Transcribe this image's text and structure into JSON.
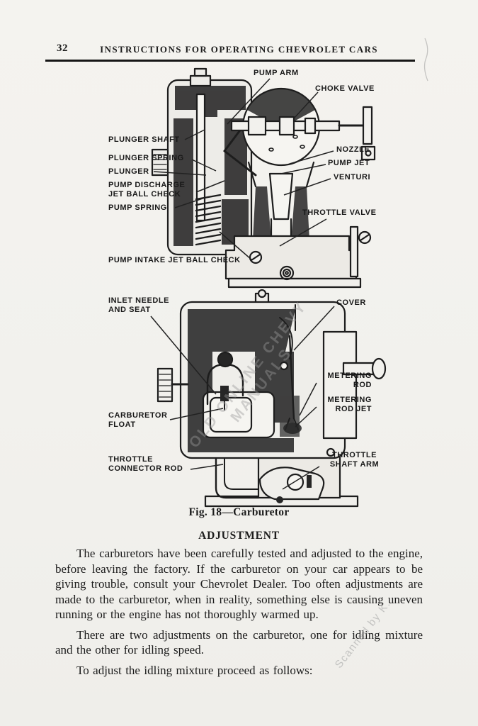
{
  "page": {
    "number": "32",
    "header_title": "INSTRUCTIONS FOR OPERATING CHEVROLET CARS"
  },
  "figure": {
    "caption": "Fig. 18—Carburetor",
    "top_diagram_labels": [
      "PUMP ARM",
      "CHOKE VALVE",
      "PLUNGER SHAFT",
      "PLUNGER SPRING",
      "PLUNGER",
      "PUMP DISCHARGE JET BALL CHECK",
      "PUMP SPRING",
      "PUMP INTAKE JET BALL CHECK",
      "NOZZLE",
      "PUMP JET",
      "VENTURI",
      "THROTTLE VALVE"
    ],
    "bottom_diagram_labels": [
      "INLET NEEDLE AND SEAT",
      "COVER",
      "METERING ROD",
      "METERING ROD JET",
      "CARBURETOR FLOAT",
      "THROTTLE CONNECTOR ROD",
      "THROTTLE SHAFT ARM"
    ]
  },
  "watermarks": {
    "diagonal": "OLD ONLINE CHEVY MANUALS",
    "scanned_by": "Scanned by K."
  },
  "section": {
    "heading": "ADJUSTMENT",
    "paragraphs": [
      "The carburetors have been carefully tested and adjusted to the engine, before leaving the factory.  If the carburetor on your car appears to be giving trouble, consult your Chevrolet Dealer.  Too often adjustments are made to the carburetor, when in reality, something else is causing uneven running or the engine has not thoroughly warmed up.",
      "There are two adjustments on the carburetor, one for idling mixture and the other for idling speed.",
      "To adjust the idling mixture proceed as follows:"
    ]
  },
  "colors": {
    "paper": "#f2f1ed",
    "ink": "#1c1c1c",
    "watermark": "#9a9a9a"
  }
}
